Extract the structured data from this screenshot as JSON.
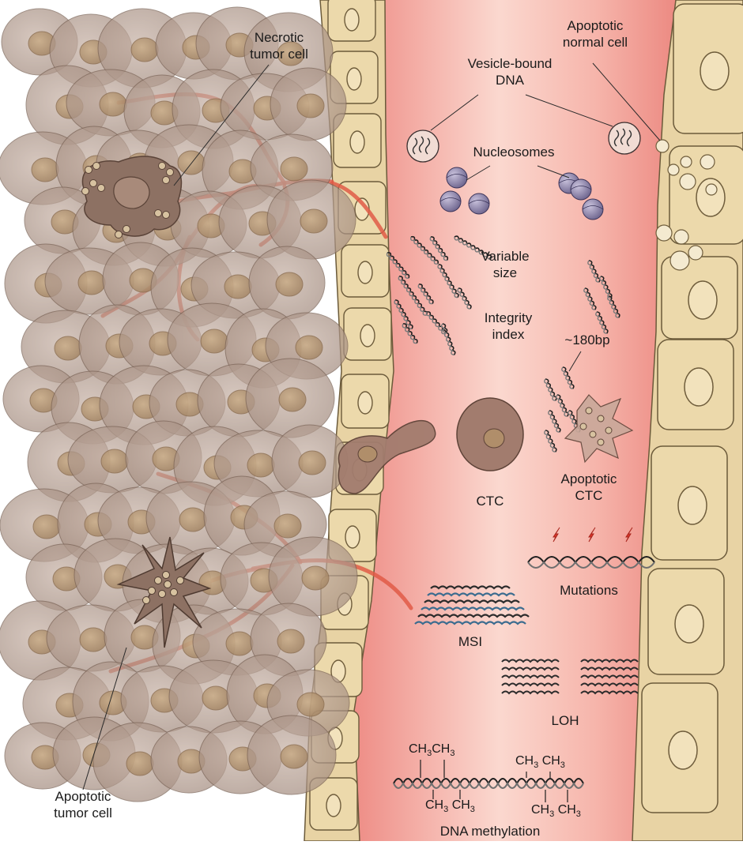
{
  "labels": {
    "necrotic_tumor_cell": [
      "Necrotic",
      "tumor cell"
    ],
    "apoptotic_tumor_cell": [
      "Apoptotic",
      "tumor cell"
    ],
    "apoptotic_normal_cell": [
      "Apoptotic",
      "normal cell"
    ],
    "vesicle_bound_dna": [
      "Vesicle-bound",
      "DNA"
    ],
    "nucleosomes": "Nucleosomes",
    "variable_size": [
      "Variable",
      "size"
    ],
    "integrity_index": [
      "Integrity",
      "index"
    ],
    "fragment_size": "~180bp",
    "ctc": "CTC",
    "apoptotic_ctc": [
      "Apoptotic",
      "CTC"
    ],
    "mutations": "Mutations",
    "msi": "MSI",
    "loh": "LOH",
    "dna_methylation": "DNA methylation"
  },
  "methyl_group": {
    "base": "CH",
    "subscript": "3"
  },
  "colors": {
    "blood": "#f2a6a0",
    "blood_center": "#fbd7cf",
    "vessel_cell": "#e8d3a4",
    "vessel_outline": "#6b5a3a",
    "tumor_cell": "#b9a396",
    "tumor_nucleus": "#b5976f",
    "capillary": "#e05a46",
    "ctc": "#a27c6e",
    "nucleosome": "#8f86ad"
  }
}
